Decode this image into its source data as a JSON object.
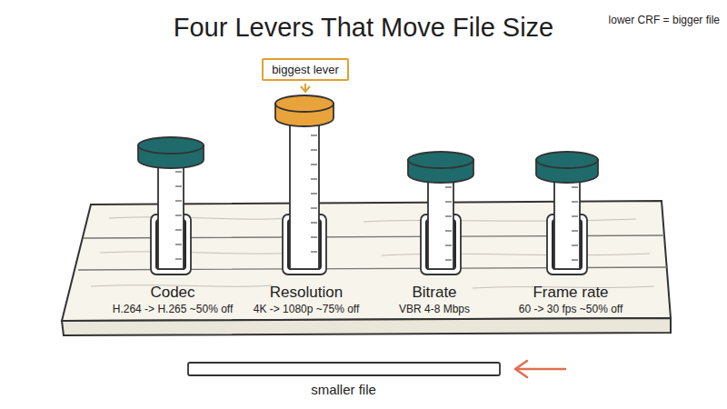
{
  "diagram": {
    "title": "Four Levers That Move File Size",
    "nodes": [
      {
        "text": [
          "biggest lever"
        ]
      }
    ],
    "labels": [
      "lower CRF = bigger file",
      "Codec",
      "H.264 -> H.265 ~50% off",
      "Resolution",
      "4K -> 1080p ~75% off",
      "Bitrate",
      "VBR 4-8 Mbps",
      "Frame rate",
      "60 -> 30 fps ~50% off",
      "smaller file"
    ]
  }
}
